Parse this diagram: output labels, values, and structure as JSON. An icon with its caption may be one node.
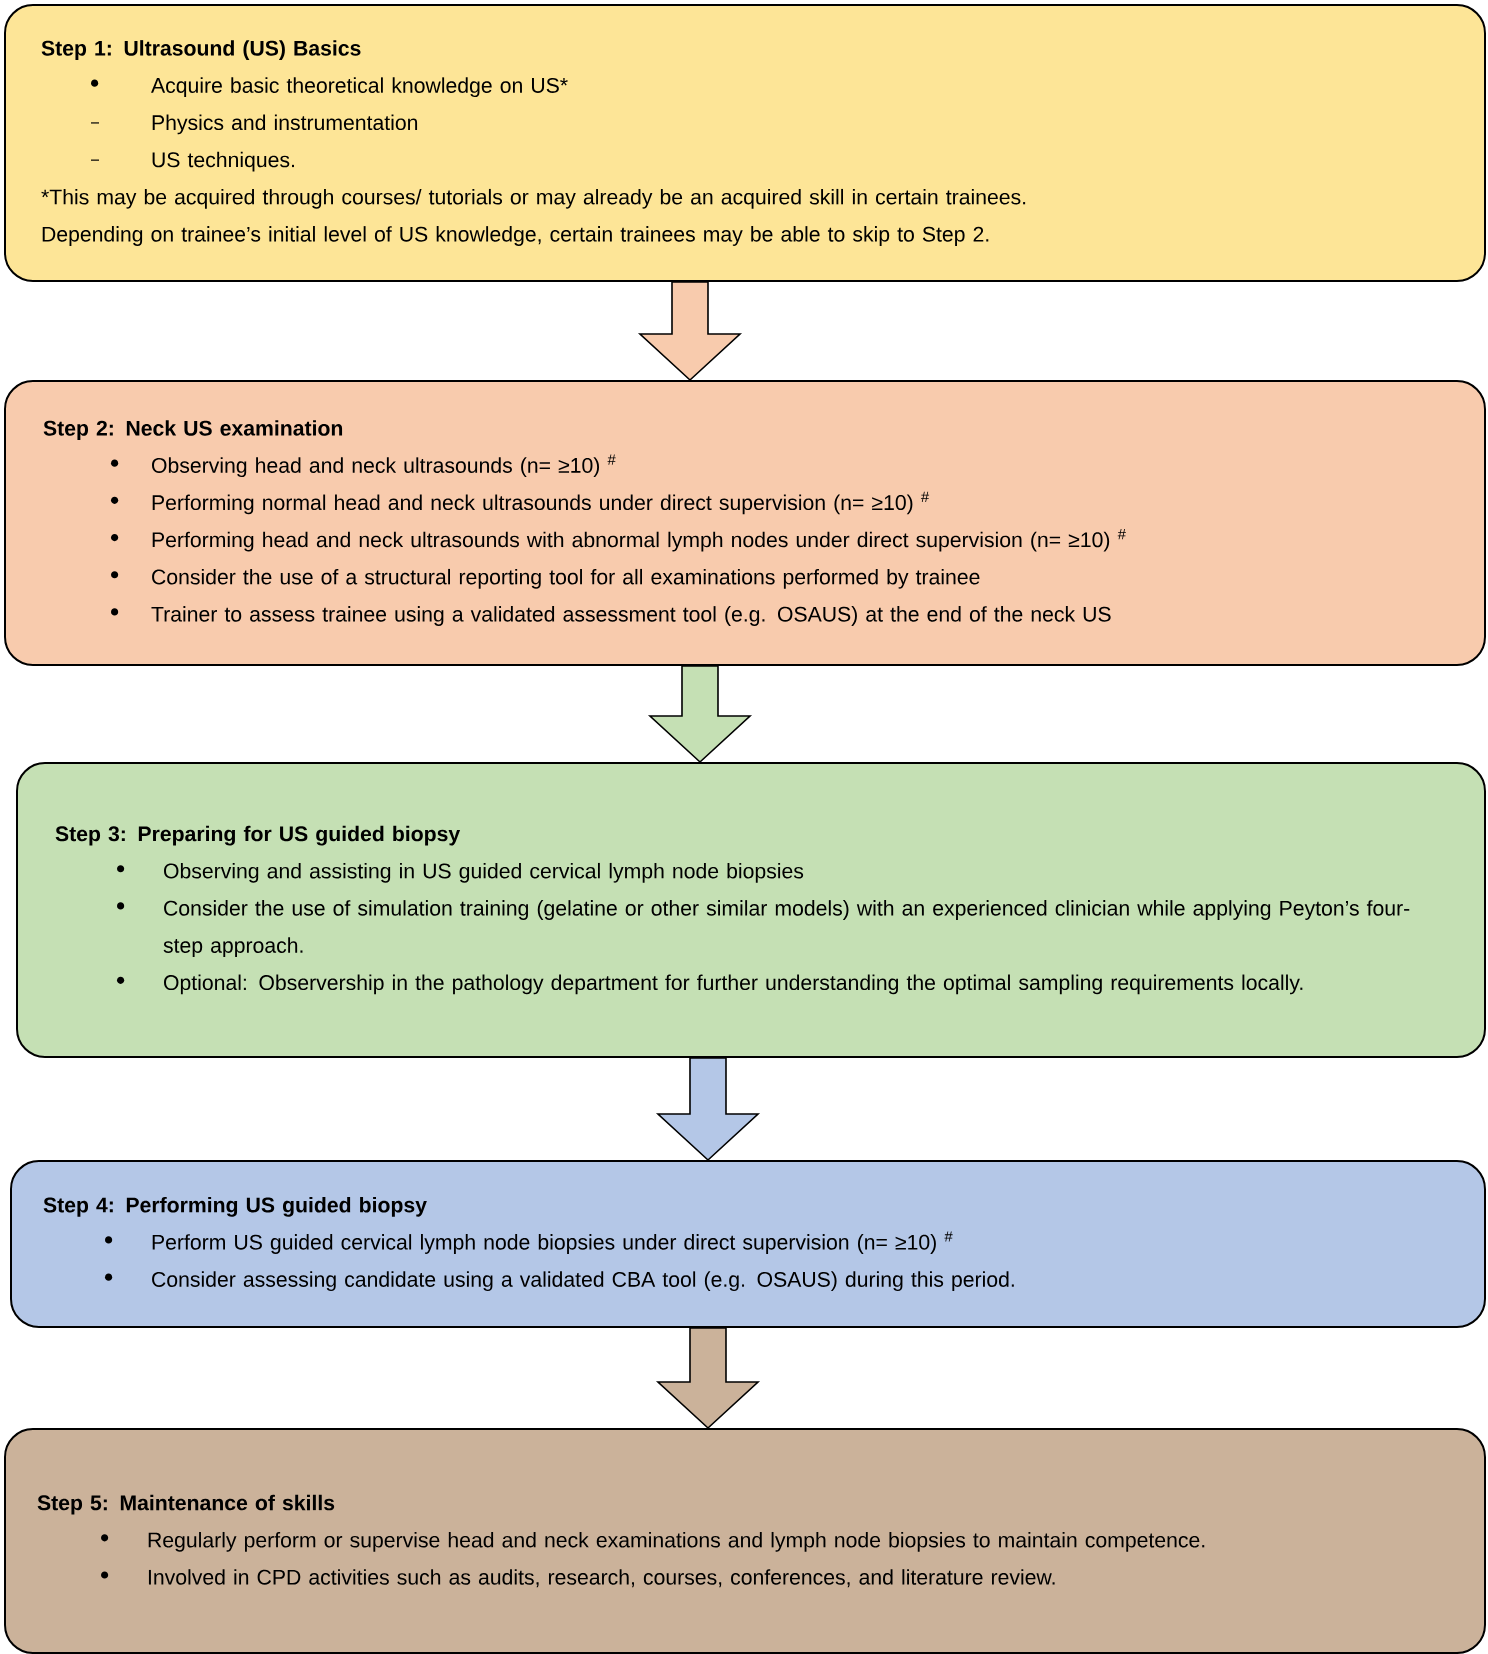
{
  "diagram": {
    "nodes": [
      {
        "text": [
          "Step 1: Ultrasound (US) Basics",
          "Acquire basic theoretical knowledge on US*",
          "Physics and instrumentation",
          "US techniques.",
          "*This may be acquired through courses/ tutorials or may already be an acquired skill in certain trainees.",
          "Depending on trainee’s initial level of US knowledge, certain trainees may be able to skip to Step 2."
        ]
      },
      {
        "text": [
          "Step 2: Neck US examination",
          "Observing head and neck ultrasounds (n= ≥10) $^{#}$",
          "Performing normal head and neck ultrasounds under direct supervision (n= ≥10) $^{#}$",
          "Performing head and neck ultrasounds with abnormal lymph nodes under direct supervision (n= ≥10) $^{#}$",
          "Consider the use of a structural reporting tool for all examinations performed by trainee",
          "Trainer to assess trainee using a validated assessment tool (e.g. OSAUS) at the end of the neck US"
        ]
      },
      {
        "text": [
          "Step 3: Preparing for US guided biopsy",
          "Observing and assisting in US guided cervical lymph node biopsies",
          "Consider the use of simulation training (gelatine or other similar models) with an experienced clinician while applying Peyton’s four-step approach.",
          "Optional: Observership in the pathology department for further understanding the optimal sampling requirements locally."
        ]
      },
      {
        "text": [
          "Step 4: Performing US guided biopsy",
          "Perform US guided cervical lymph node biopsies under direct supervision (n= ≥10) $^{#}$",
          "Consider assessing candidate using a validated CBA tool (e.g. OSAUS) during this period."
        ]
      },
      {
        "text": [
          "Step 5: Maintenance of skills",
          "Regularly perform or supervise head and neck examinations and lymph node biopsies to maintain competence.",
          "Involved in CPD activities such as audits, research, courses, conferences, and literature review."
        ]
      }
    ],
    "edges": [
      {
        "from": 0,
        "to": 1,
        "arrow": "to"
      },
      {
        "from": 1,
        "to": 2,
        "arrow": "to"
      },
      {
        "from": 2,
        "to": 3,
        "arrow": "to"
      },
      {
        "from": 3,
        "to": 4,
        "arrow": "to"
      }
    ]
  }
}
